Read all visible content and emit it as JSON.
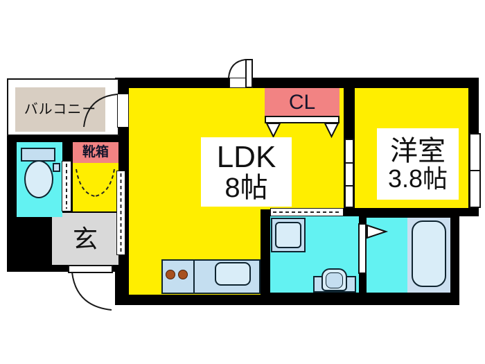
{
  "floorplan": {
    "title": "1LDK apartment floor plan",
    "rooms": {
      "balcony": {
        "label": "バルコニー"
      },
      "ldk": {
        "label_line1": "LDK",
        "label_line2": "8帖"
      },
      "closet": {
        "label": "CL"
      },
      "western_room": {
        "label_line1": "洋室",
        "label_line2": "3.8帖"
      },
      "shoe_box": {
        "label": "靴箱"
      },
      "entrance": {
        "label": "玄"
      }
    },
    "fixtures": {
      "toilet": "toilet-icon",
      "washing_machine": "washing-machine-icon",
      "vanity_sink": "vanity-sink-icon",
      "bathtub": "bathtub-icon",
      "kitchen_stove": "two-burner-stove-icon",
      "kitchen_sink": "kitchen-sink-icon"
    },
    "colors": {
      "wall_black": "#000000",
      "room_yellow": "#ffee00",
      "accent_pink": "#f28383",
      "water_cyan": "#63f2f2",
      "fixture_blue": "#c4def0",
      "fixture_blue_light": "#d9edf8",
      "tub_zone_blue": "#ccdff0",
      "balcony_beige": "#d8cec2",
      "entrance_gray": "#d9d9d9",
      "burner_brown": "#a8511f"
    }
  }
}
